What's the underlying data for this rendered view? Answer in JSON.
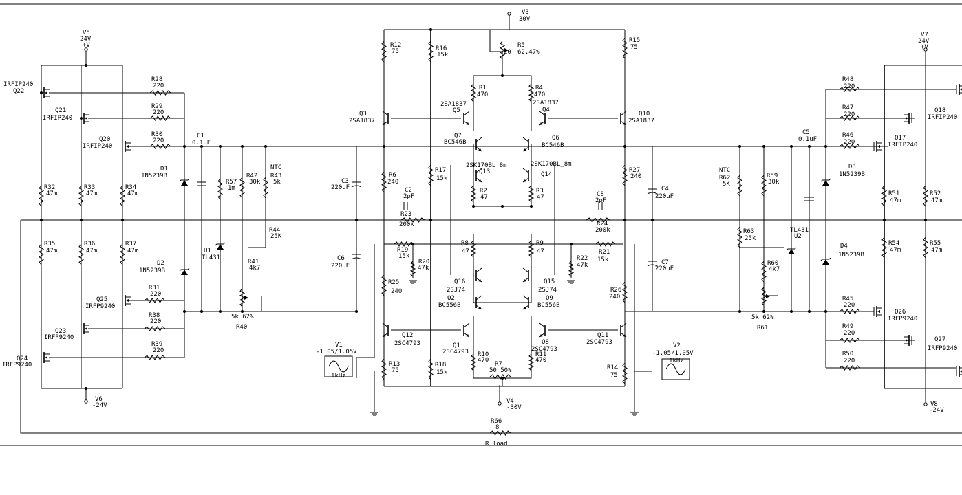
{
  "labels": {
    "V5": "V5",
    "V5v": "24V",
    "V5p": "+V",
    "V6": "V6",
    "V6v": "-24V",
    "V7": "V7",
    "V7v": "24V",
    "V7p": "+V",
    "V8": "V8",
    "V8v": "-24V",
    "V3": "V3",
    "V3v": "30V",
    "V4": "V4",
    "V4v": "-30V",
    "Q22n": "IRFIP240",
    "Q22": "Q22",
    "Q21": "Q21",
    "Q21n": "IRFIP240",
    "Q20": "Q20",
    "Q20n": "IRFIP240",
    "R28": "R28",
    "R28v": "220",
    "R29": "R29",
    "R29v": "220",
    "R30": "R30",
    "R30v": "220",
    "C1": "C1",
    "C1v": "0.1uF",
    "D1": "D1",
    "D1n": "1N5239B",
    "R32": "R32",
    "R32v": "47m",
    "R33": "R33",
    "R33v": "47m",
    "R34": "R34",
    "R34v": "47m",
    "R57": "R57",
    "R57v": "1m",
    "R42": "R42",
    "R42v": "30k",
    "NTC1": "NTC",
    "R43": "R43",
    "R43v": "5k",
    "R44": "R44",
    "R44v": "25K",
    "U1": "U1",
    "U1n": "TL431",
    "R35": "R35",
    "R35v": "47m",
    "R36": "R36",
    "R36v": "47m",
    "R37": "R37",
    "R37v": "47m",
    "D2": "D2",
    "D2n": "1N5239B",
    "R41": "R41",
    "R41v": "4k7",
    "Q25": "Q25",
    "Q25n": "IRFP9240",
    "R31": "R31",
    "R31v": "220",
    "Q23": "Q23",
    "Q23n": "IRFP9240",
    "R38": "R38",
    "R38v": "220",
    "R39": "R39",
    "R39v": "220",
    "Q24": "Q24",
    "Q24n": "IRFP9240",
    "R40v": "5k 62%",
    "R40": "R40",
    "R12": "R12",
    "R12v": "75",
    "R16": "R16",
    "R16v": "15k",
    "Q3": "Q3",
    "Q3n": "2SA1837",
    "R5": "R5",
    "R5a": "20",
    "R5b": "62.47%",
    "R1": "R1",
    "R1v": "470",
    "R4": "R4",
    "R4v": "470",
    "Q5n": "2SA1837",
    "Q5": "Q5",
    "Q4n": "2SA1837",
    "Q4": "Q4",
    "Q7": "Q7",
    "Q7n": "BC546B",
    "Q6": "Q6",
    "Q6n": "BC546B",
    "C3": "C3",
    "C3v": "220uF",
    "R6": "R6",
    "R6v": "240",
    "R17": "R17",
    "R17v": "15k",
    "Q13n": "2SK170BL_8m",
    "Q13": "Q13",
    "Q14n": "2SK170BL_8m",
    "Q14": "Q14",
    "R2": "R2",
    "R2v": "47",
    "R3": "R3",
    "R3v": "47",
    "C2": "C2",
    "C2v": "2pF",
    "R23": "R23",
    "R23v": "200k",
    "C6": "C6",
    "C6v": "220uF",
    "R19": "R19",
    "R19v": "15k",
    "R20": "R20",
    "R20v": "47k",
    "R8": "R8",
    "R8v": "47",
    "R9": "R9",
    "R9v": "47",
    "Q16": "Q16",
    "Q16n": "2SJ74",
    "Q15": "Q15",
    "Q15n": "2SJ74",
    "R25": "R25",
    "R25v": "240",
    "Q2": "Q2",
    "Q2n": "BC556B",
    "Q9": "Q9",
    "Q9n": "BC556B",
    "Q12": "Q12",
    "Q12n": "2SC4793",
    "Q1": "Q1",
    "Q1n": "2SC4793",
    "Q8": "Q8",
    "Q8n": "2SC4793",
    "Q11": "Q11",
    "Q11n": "2SC4793",
    "R10": "R10",
    "R10v": "470",
    "R11": "R11",
    "R11v": "470",
    "R7": "R7",
    "R7v": "50  50%",
    "R13": "R13",
    "R13v": "75",
    "R18": "R18",
    "R18v": "15k",
    "R14": "R14",
    "R14v": "75",
    "V1": "V1",
    "V1v": "-1.05/1.05V",
    "V1f": "1kHz",
    "V2": "V2",
    "V2v": "-1.05/1.05V",
    "V2f": "1kHz",
    "R15": "R15",
    "R15v": "75",
    "Q10": "Q10",
    "Q10n": "2SA1837",
    "R27": "R27",
    "R27v": "240",
    "C4": "C4",
    "C4v": "220uF",
    "C8": "C8",
    "C8v": "2pF",
    "R24": "R24",
    "R24v": "200k",
    "R22": "R22",
    "R22v": "47k",
    "R21": "R21",
    "R21v": "15k",
    "C7": "C7",
    "C7v": "220uF",
    "R26": "R26",
    "R26v": "240",
    "NTC2": "NTC",
    "R62": "R62",
    "R62v": "5K",
    "R59": "R59",
    "R59v": "30k",
    "C5": "C5",
    "C5v": "0.1uF",
    "R63": "R63",
    "R63v": "25k",
    "U2n": "TL431",
    "U2": "U2",
    "R60": "R60",
    "R60v": "4k7",
    "D3": "D3",
    "D3n": "1N5239B",
    "D4": "D4",
    "D4n": "1N5239B",
    "R61v": "5k 62%",
    "R61": "R61",
    "R48": "R48",
    "R48v": "220",
    "R47": "R47",
    "R47v": "220",
    "R46": "R46",
    "R46v": "220",
    "Q18": "Q18",
    "Q18n": "IRFIP240",
    "Q17": "Q17",
    "Q17n": "IRFIP240",
    "R51": "R51",
    "R51v": "47m",
    "R52": "R52",
    "R52v": "47m",
    "R54": "R54",
    "R54v": "47m",
    "R55": "R55",
    "R55v": "47m",
    "R45": "R45",
    "R45v": "220",
    "Q26": "Q26",
    "Q26n": "IRFP9240",
    "R49": "R49",
    "R49v": "220",
    "Q27": "Q27",
    "Q27n": "IRFP9240",
    "R50": "R50",
    "R50v": "220",
    "R66": "R66",
    "R66v": "8",
    "Rload": "R load"
  }
}
